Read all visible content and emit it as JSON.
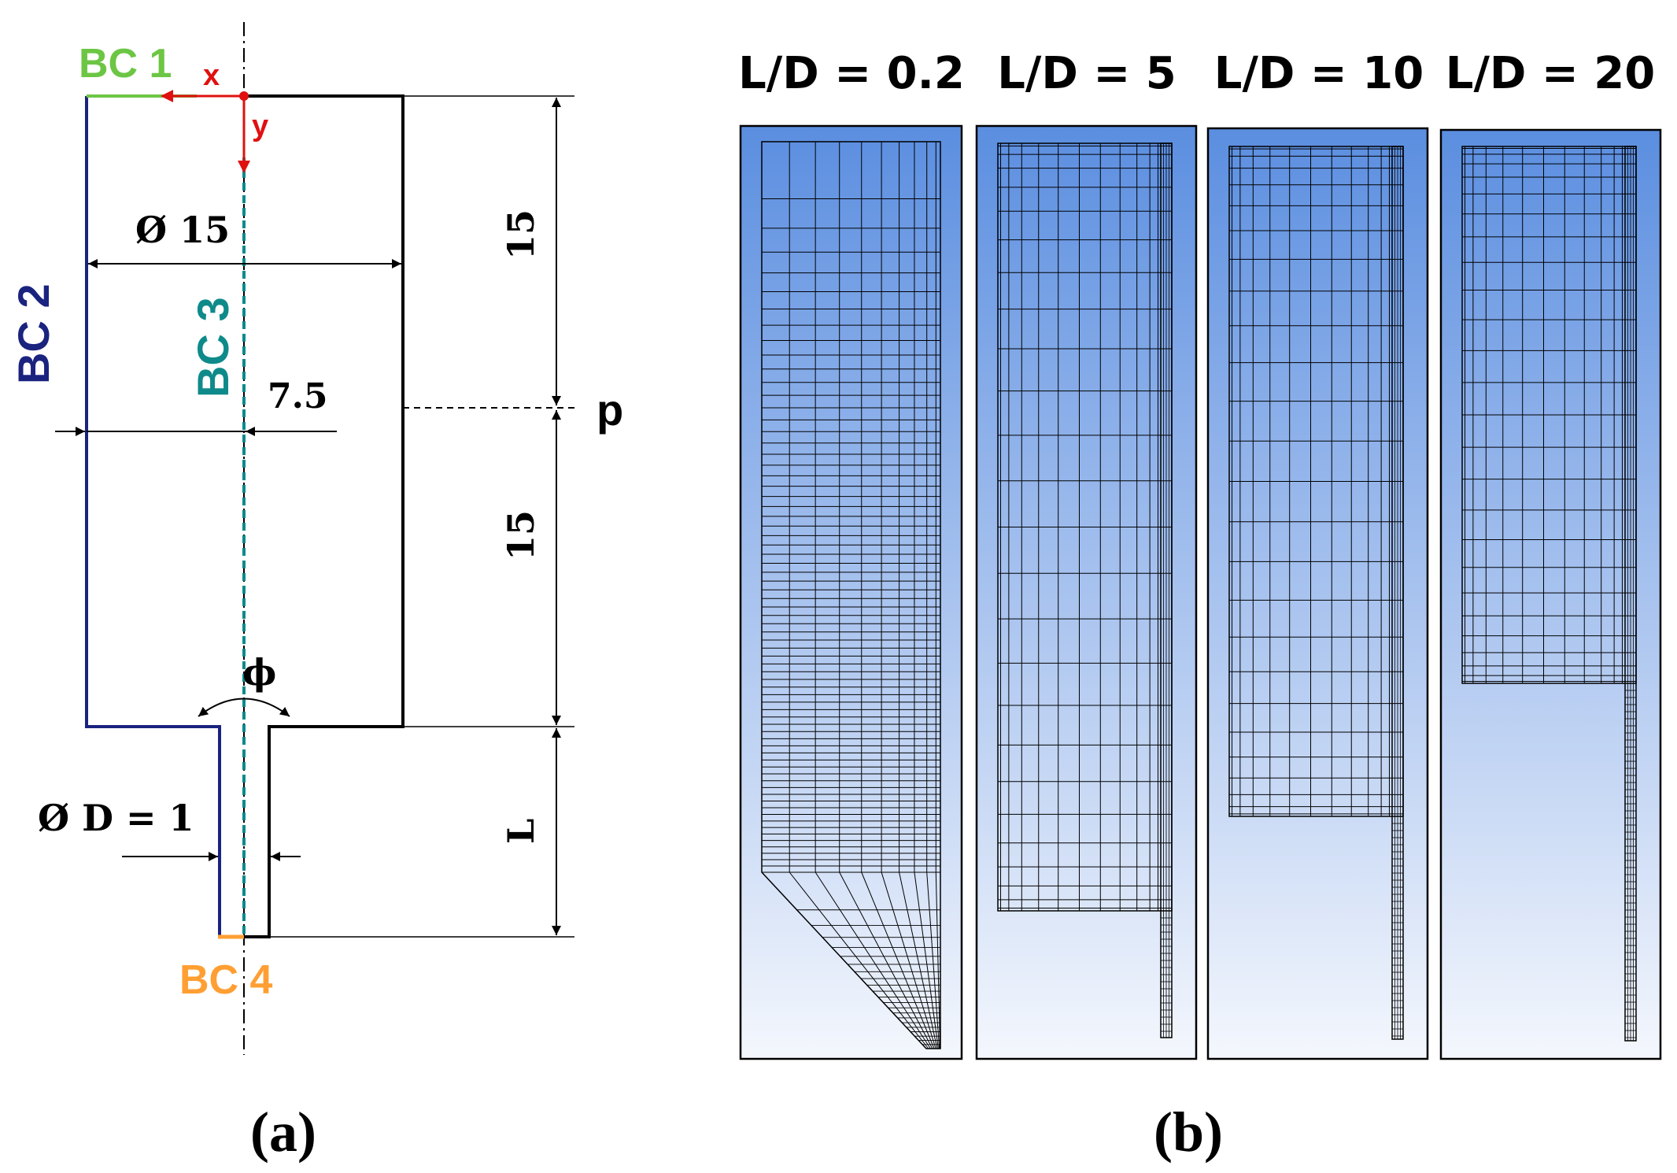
{
  "part_a": {
    "caption": "(a)",
    "bc1": "BC 1",
    "bc2": "BC 2",
    "bc3": "BC 3",
    "bc4": "BC 4",
    "axis_x": "x",
    "axis_y": "y",
    "dim_diameter": "Ø 15",
    "dim_radius": "7.5",
    "dim_upper": "15",
    "dim_lower": "15",
    "dim_length": "L",
    "dim_nozzle": "Ø D =  1",
    "angle": "ϕ",
    "point": "p",
    "colors": {
      "bc1": "#6cc644",
      "bc2": "#1a237e",
      "bc3": "#0f8a8a",
      "bc4": "#ff9f33",
      "axis": "#e01010"
    }
  },
  "part_b": {
    "caption": "(b)",
    "panels": [
      {
        "label": "L/D = 0.2"
      },
      {
        "label": "L/D = 5"
      },
      {
        "label": "L/D = 10"
      },
      {
        "label": "L/D = 20"
      }
    ],
    "colors": {
      "gradient_top": "#5b8ee0",
      "gradient_bottom": "#f4f7fd",
      "mesh": "#000000"
    }
  }
}
